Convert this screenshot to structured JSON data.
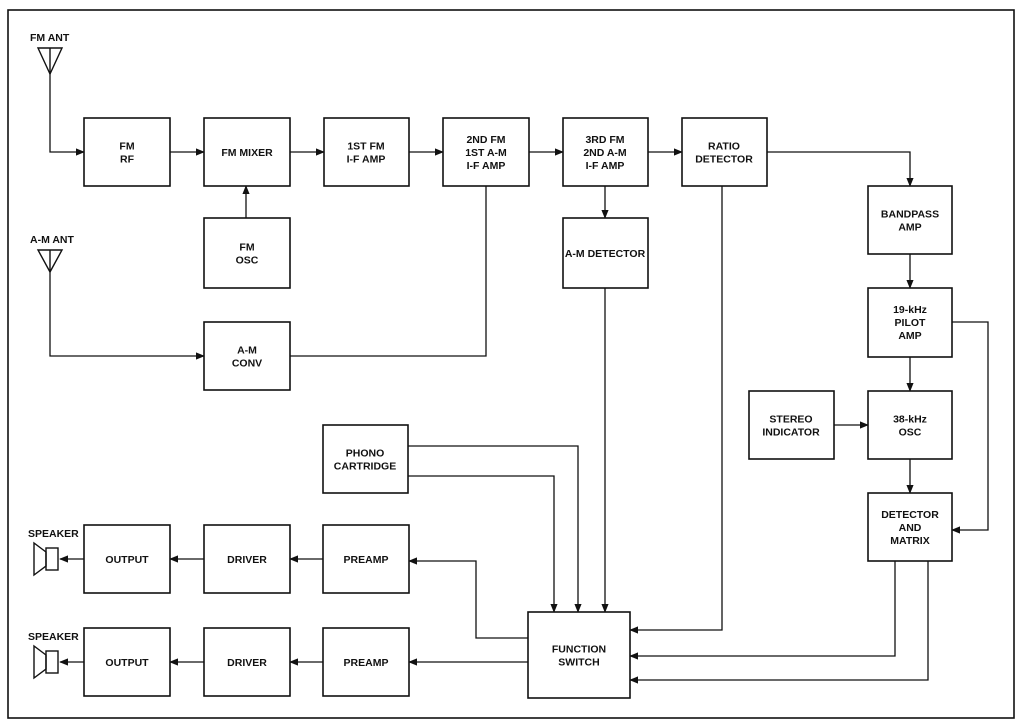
{
  "blocks": {
    "fm_rf": [
      "FM",
      "RF"
    ],
    "fm_mixer": [
      "FM MIXER"
    ],
    "fm_if1": [
      "1ST FM",
      "I-F AMP"
    ],
    "fm_if2": [
      "2ND FM",
      "1ST A-M",
      "I-F AMP"
    ],
    "fm_if3": [
      "3RD FM",
      "2ND A-M",
      "I-F AMP"
    ],
    "ratio_det": [
      "RATIO",
      "DETECTOR"
    ],
    "fm_osc": [
      "FM",
      "OSC"
    ],
    "am_det": [
      "A-M DETECTOR"
    ],
    "bandpass": [
      "BANDPASS",
      "AMP"
    ],
    "pilot": [
      "19-kHz",
      "PILOT",
      "AMP"
    ],
    "am_conv": [
      "A-M",
      "CONV"
    ],
    "stereo_ind": [
      "STEREO",
      "INDICATOR"
    ],
    "osc38": [
      "38-kHz",
      "OSC"
    ],
    "phono": [
      "PHONO",
      "CARTRIDGE"
    ],
    "det_matrix": [
      "DETECTOR",
      "AND",
      "MATRIX"
    ],
    "output1": [
      "OUTPUT"
    ],
    "driver1": [
      "DRIVER"
    ],
    "preamp1": [
      "PREAMP"
    ],
    "func_switch": [
      "FUNCTION",
      "SWITCH"
    ],
    "output2": [
      "OUTPUT"
    ],
    "driver2": [
      "DRIVER"
    ],
    "preamp2": [
      "PREAMP"
    ]
  },
  "labels": {
    "fm_ant": "FM ANT",
    "am_ant": "A-M ANT",
    "speaker1": "SPEAKER",
    "speaker2": "SPEAKER"
  },
  "colors": {
    "ink": "#111111",
    "background": "#ffffff"
  }
}
